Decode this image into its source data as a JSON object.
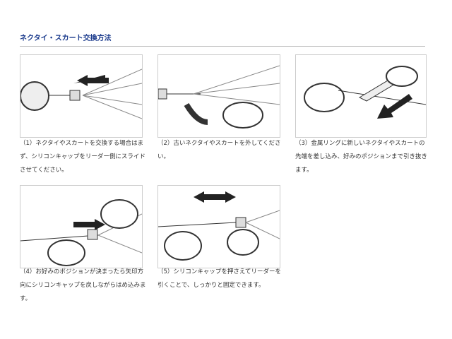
{
  "title": "ネクタイ・スカート交換方法",
  "steps": [
    {
      "caption": "（1）ネクタイやスカートを交換する場合はまず、シリコンキャップをリーダー側にスライドさせてください。"
    },
    {
      "caption": "（2）古いネクタイやスカートを外してください。"
    },
    {
      "caption": "（3）金属リングに新しいネクタイやスカートの先端を差し込み、好みのポジションまで引き抜きます。"
    },
    {
      "caption": "（4）お好みのポジションが決まったら矢印方向にシリコンキャップを戻しながらはめ込みます。"
    },
    {
      "caption": "（5）シリコンキャップを押さえてリーダーを引くことで、しっかりと固定できます。"
    }
  ]
}
